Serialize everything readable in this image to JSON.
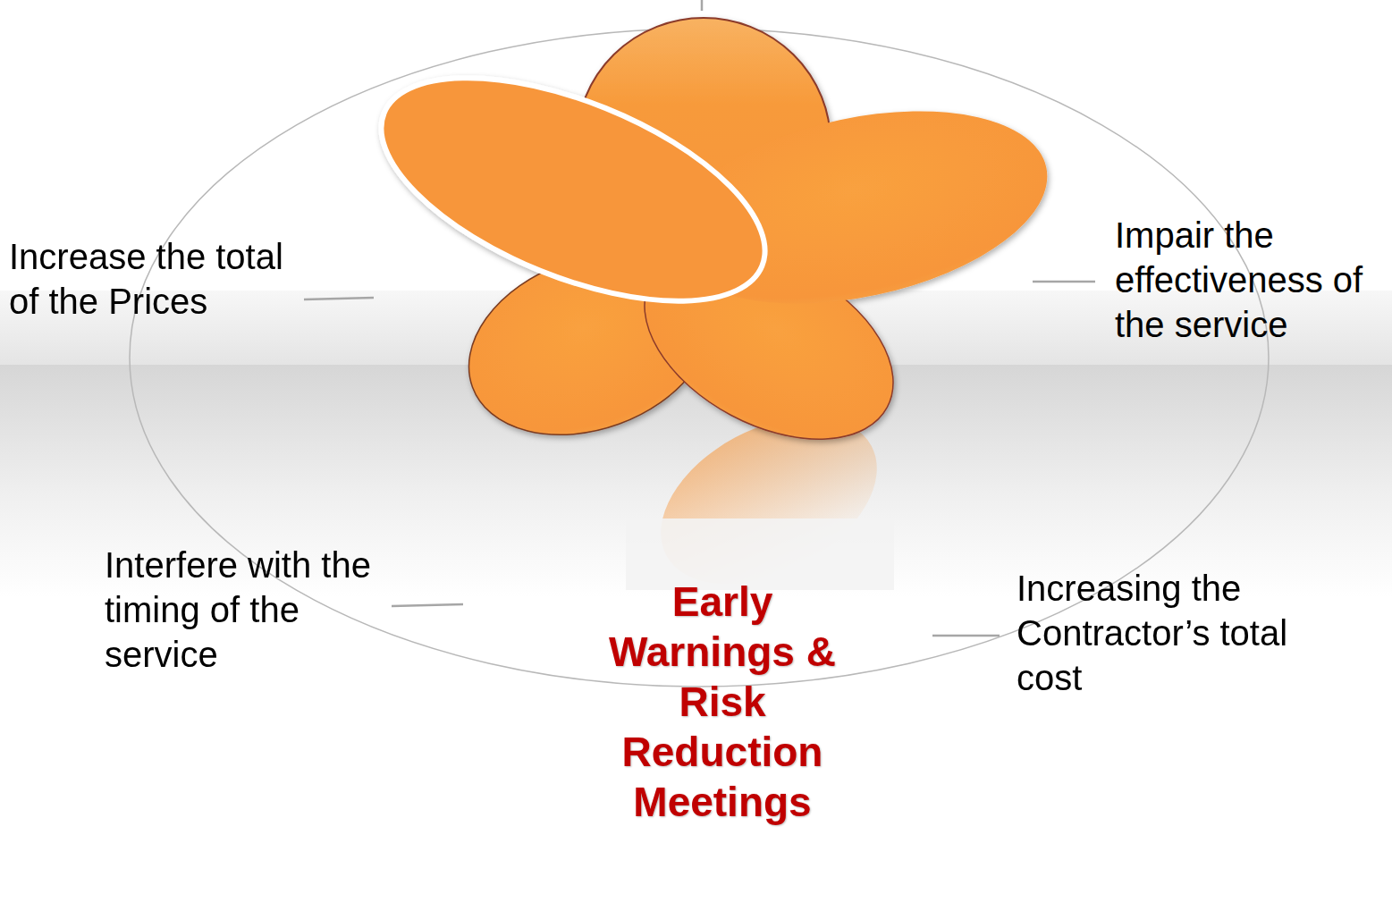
{
  "diagram": {
    "title": "Early Warnings & Risk Reduction Meetings",
    "labels": [
      "Increase the total of the Prices",
      "Impair the effectiveness of the service",
      "Interfere with the timing of the service",
      "Increasing the Contractor’s total cost"
    ]
  }
}
